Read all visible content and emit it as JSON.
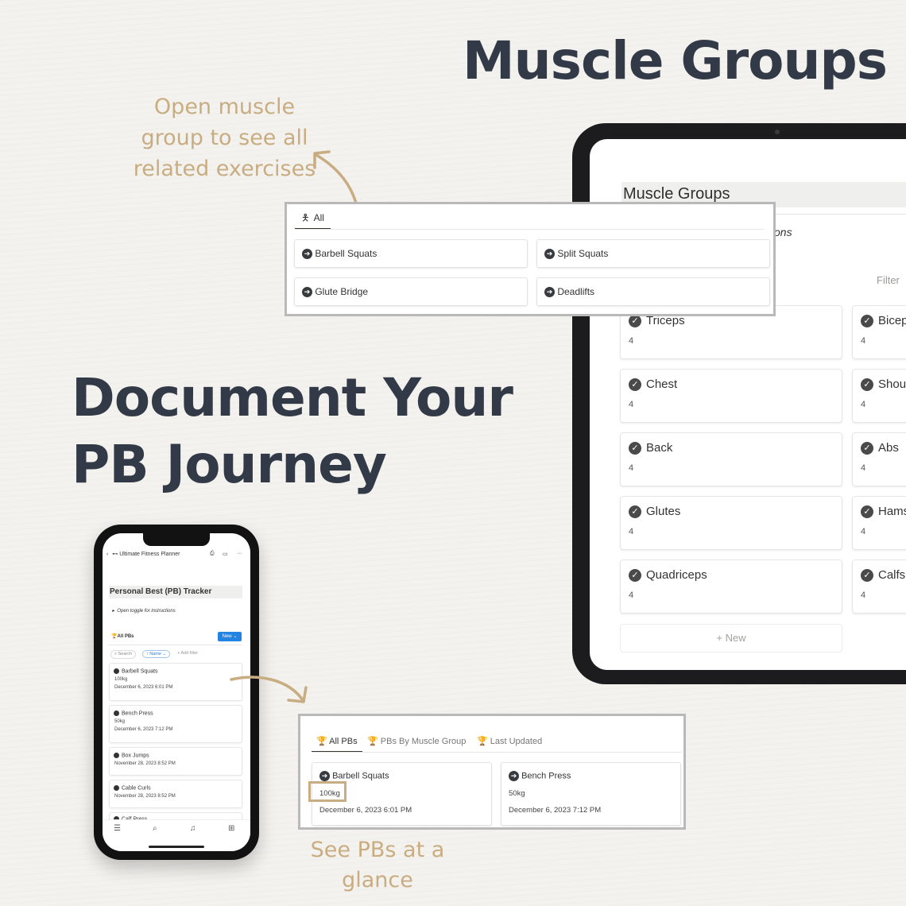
{
  "headings": {
    "muscle_groups": "Muscle Groups",
    "document_line1": "Document Your",
    "document_line2": "PB Journey"
  },
  "notes": {
    "open_line1": "Open muscle",
    "open_line2": "group to see all",
    "open_line3": "related exercises",
    "see_line1": "See PBs at a",
    "see_line2": "glance"
  },
  "tablet": {
    "page_title": "Muscle Groups",
    "partial_text": "ons",
    "filter_label": "Filter",
    "new_label": "New",
    "groups": [
      {
        "name": "Triceps",
        "count": "4"
      },
      {
        "name": "Biceps",
        "count": "4"
      },
      {
        "name": "Chest",
        "count": "4"
      },
      {
        "name": "Shoulders",
        "count": "4"
      },
      {
        "name": "Back",
        "count": "4"
      },
      {
        "name": "Abs",
        "count": "4"
      },
      {
        "name": "Glutes",
        "count": "4"
      },
      {
        "name": "Hamstrings",
        "count": "4"
      },
      {
        "name": "Quadriceps",
        "count": "4"
      },
      {
        "name": "Calfs",
        "count": "4"
      }
    ]
  },
  "exercise_panel": {
    "tab": "All",
    "items": [
      "Barbell Squats",
      "Split Squats",
      "Glute Bridge",
      "Deadlifts"
    ]
  },
  "pb_panel": {
    "tabs": [
      "All PBs",
      "PBs By Muscle Group",
      "Last Updated"
    ],
    "cards": [
      {
        "name": "Barbell Squats",
        "weight": "100kg",
        "date": "December 6, 2023 6:01 PM"
      },
      {
        "name": "Bench Press",
        "weight": "50kg",
        "date": "December 6, 2023 7:12 PM"
      }
    ]
  },
  "phone": {
    "breadcrumb": "Ultimate Fitness Planner",
    "title": "Personal Best (PB) Tracker",
    "toggle": "Open toggle for instructions",
    "view": "All PBs",
    "new_label": "New",
    "search": "Search",
    "sort": "Name",
    "add_filter": "Add filter",
    "cards": [
      {
        "name": "Barbell Squats",
        "weight": "100kg",
        "date": "December 6, 2023 6:01 PM"
      },
      {
        "name": "Bench Press",
        "weight": "50kg",
        "date": "December 6, 2023 7:12 PM"
      },
      {
        "name": "Box Jumps",
        "date": "November 28, 2023 8:52 PM"
      },
      {
        "name": "Cable Curls",
        "date": "November 28, 2023 8:52 PM"
      },
      {
        "name": "Calf Press"
      }
    ]
  },
  "colors": {
    "accent": "#c9ad82",
    "heading": "#333a47",
    "blue": "#2383e2"
  }
}
